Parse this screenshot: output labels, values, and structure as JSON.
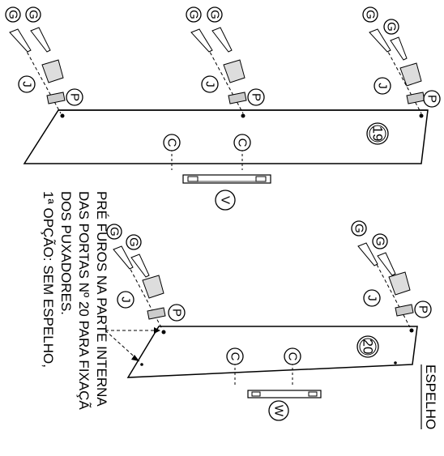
{
  "panels": [
    {
      "id": "19",
      "hardware_labels": [
        "G",
        "G",
        "G",
        "G",
        "G",
        "G",
        "J",
        "J",
        "J",
        "P",
        "P",
        "P",
        "C",
        "C"
      ],
      "handle_label": "V"
    },
    {
      "id": "20",
      "hardware_labels": [
        "G",
        "G",
        "G",
        "G",
        "J",
        "J",
        "P",
        "P",
        "C",
        "C"
      ],
      "handle_label": "W"
    }
  ],
  "note_lines": [
    "PRÉ FUROS NA PARTE INTERNA",
    "DAS PORTAS Nº 20 PARA FIXAÇÃ",
    "DOS PUXADORES.",
    "1ª OPÇÃO: SEM ESPELHO,"
  ],
  "side_heading": "ESPELHO"
}
